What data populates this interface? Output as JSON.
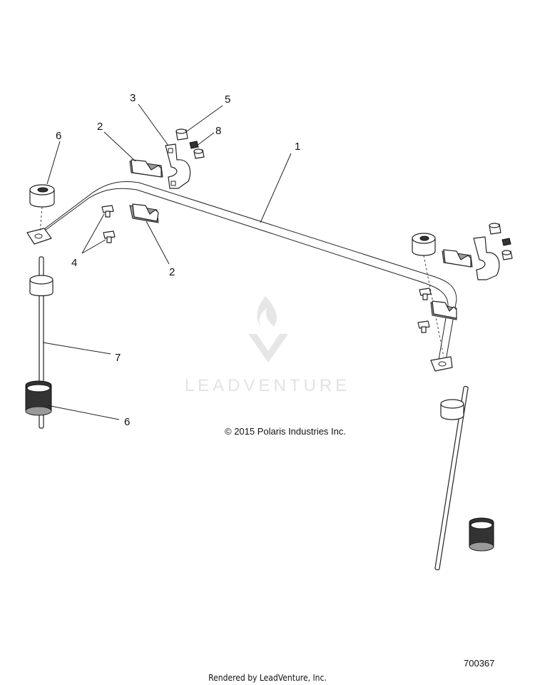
{
  "callouts": {
    "c1": "1",
    "c2a": "2",
    "c2b": "2",
    "c3": "3",
    "c4": "4",
    "c5": "5",
    "c6a": "6",
    "c6b": "6",
    "c7": "7",
    "c8": "8"
  },
  "copyright": "© 2015 Polaris Industries Inc.",
  "watermark": "LEADVENTURE",
  "figure_number": "700367",
  "footer": "Rendered by LeadVenture, Inc."
}
